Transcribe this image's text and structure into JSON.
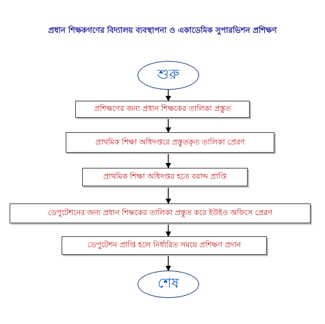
{
  "title": "প্রধান শিক্ষকগণের বিদ্যালয় ব্যবস্থাপনা ও একাডেমিক সুপারভিশন প্রশিক্ষণ",
  "flow": {
    "start": "শুরু",
    "steps": [
      "প্রশিক্ষণের জন্য প্রধান শিক্ষকের তালিকা প্রস্তুত",
      "প্রাথমিক শিক্ষা অধিদপ্তরে প্রস্তুতকৃত তালিকা প্রেরণ",
      "প্রাথমিক শিক্ষা অধিদপ্তর হতে বরাদ্দ প্রাপ্তি",
      "ডেপুটেশনের জন্য প্রধান শিক্ষকের  তালিকা প্রস্তুত করে ইউইও অফিসে প্রেরণ",
      "ডেপুটেশন  প্রাপ্তি হলে নির্ধারিত সময়ে প্রশিক্ষণ প্রদান"
    ],
    "end": "শেষ"
  }
}
